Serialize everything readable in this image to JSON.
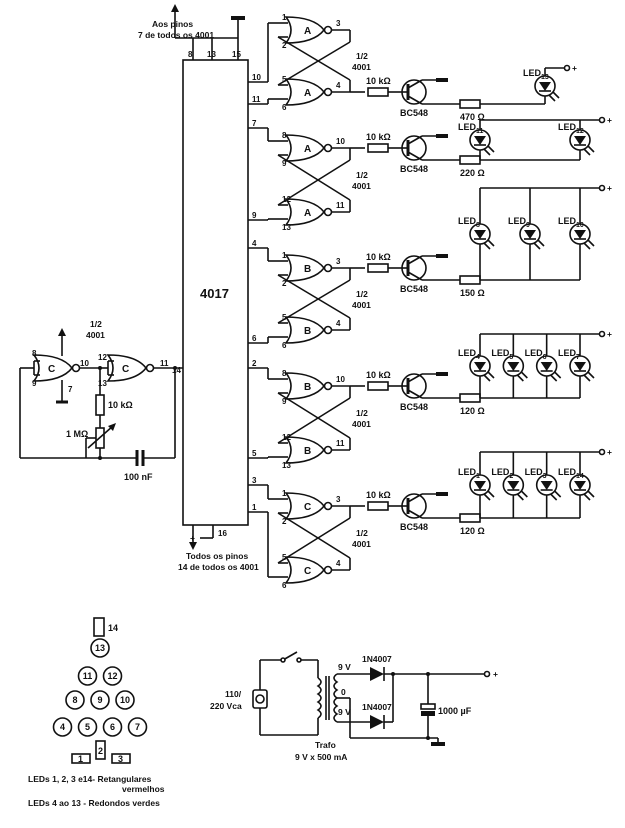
{
  "ic": {
    "name": "4017",
    "pin8": "8",
    "pin13": "13",
    "pin15": "15",
    "pin16": "16",
    "pin14": "14",
    "out": [
      "10",
      "11",
      "7",
      "9",
      "4",
      "6",
      "2",
      "5",
      "3",
      "1"
    ]
  },
  "notes": {
    "top": [
      "Aos pinos",
      "7 de todos os 4001"
    ],
    "bottom": [
      "Todos os pinos",
      "14 de todos os 4001"
    ],
    "plus": "+"
  },
  "gate_letters": [
    "A",
    "A",
    "A",
    "A",
    "B",
    "B",
    "B",
    "B",
    "C",
    "C"
  ],
  "gate_pins": [
    [
      "1",
      "2",
      "3"
    ],
    [
      "5",
      "6",
      "4"
    ],
    [
      "8",
      "9",
      "10"
    ],
    [
      "12",
      "13",
      "11"
    ],
    [
      "1",
      "2",
      "3"
    ],
    [
      "5",
      "6",
      "4"
    ],
    [
      "8",
      "9",
      "10"
    ],
    [
      "12",
      "13",
      "11"
    ],
    [
      "1",
      "2",
      "3"
    ],
    [
      "5",
      "6",
      "4"
    ]
  ],
  "half_label": [
    "1/2",
    "4001"
  ],
  "osc": {
    "g1": "C",
    "g2": "C",
    "p8": "8",
    "p9": "9",
    "p10": "10",
    "p12": "12",
    "p13": "13",
    "p11": "11",
    "p14": "7",
    "half": [
      "1/2",
      "4001"
    ],
    "r": "10 kΩ",
    "pot": "1 MΩ",
    "cap": "100 nF"
  },
  "stages": [
    {
      "rb": "10 kΩ",
      "q": "BC548",
      "rl": "470 Ω",
      "leds": [
        {
          "n": "LED",
          "s": "13"
        }
      ]
    },
    {
      "rb": "10 kΩ",
      "q": "BC548",
      "rl": "220 Ω",
      "leds": [
        {
          "n": "LED",
          "s": "11"
        },
        {
          "n": "LED",
          "s": "12"
        }
      ]
    },
    {
      "rb": "10 kΩ",
      "q": "BC548",
      "rl": "150 Ω",
      "leds": [
        {
          "n": "LED",
          "s": "8"
        },
        {
          "n": "LED",
          "s": "9"
        },
        {
          "n": "LED",
          "s": "10"
        }
      ]
    },
    {
      "rb": "10 kΩ",
      "q": "BC548",
      "rl": "120 Ω",
      "leds": [
        {
          "n": "LED",
          "s": "4"
        },
        {
          "n": "LED",
          "s": "5"
        },
        {
          "n": "LED",
          "s": "6"
        },
        {
          "n": "LED",
          "s": "7"
        }
      ]
    },
    {
      "rb": "10 kΩ",
      "q": "BC548",
      "rl": "120 Ω",
      "leds": [
        {
          "n": "LED",
          "s": "1"
        },
        {
          "n": "LED",
          "s": "2"
        },
        {
          "n": "LED",
          "s": "3"
        },
        {
          "n": "LED",
          "s": "14"
        }
      ]
    }
  ],
  "tree": {
    "rect_top": "14",
    "rows": [
      [
        "13"
      ],
      [
        "11",
        "12"
      ],
      [
        "8",
        "9",
        "10"
      ],
      [
        "4",
        "5",
        "6",
        "7"
      ]
    ],
    "bottom": [
      "1",
      "2",
      "3"
    ],
    "legend": [
      "LEDs 1, 2, 3 e14- Retangulares",
      "vermelhos",
      "LEDs 4 ao 13 - Redondos verdes"
    ]
  },
  "psu": {
    "mains": [
      "110/",
      "220 Vca"
    ],
    "d1": "1N4007",
    "d2": "1N4007",
    "v1": "9 V",
    "v2": "9 V",
    "zero": "0",
    "cap": "1000 µF",
    "trafo": [
      "Trafo",
      "9 V x 500 mA"
    ],
    "plus": "+"
  }
}
